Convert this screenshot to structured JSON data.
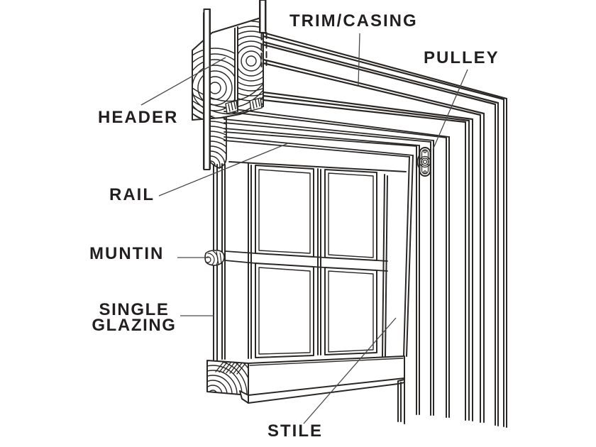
{
  "figure": {
    "type": "labeled-line-diagram",
    "colors": {
      "background": "#ffffff",
      "ink": "#2a2725",
      "label": "#231f20",
      "leader": "#4a4a4a"
    },
    "labels": [
      {
        "id": "trim-casing",
        "text": "TRIM/CASING"
      },
      {
        "id": "pulley",
        "text": "PULLEY"
      },
      {
        "id": "header",
        "text": "HEADER"
      },
      {
        "id": "rail",
        "text": "RAIL"
      },
      {
        "id": "muntin",
        "text": "MUNTIN"
      },
      {
        "id": "single-glazing",
        "text": "SINGLE GLAZING"
      },
      {
        "id": "stile",
        "text": "STILE"
      }
    ]
  }
}
